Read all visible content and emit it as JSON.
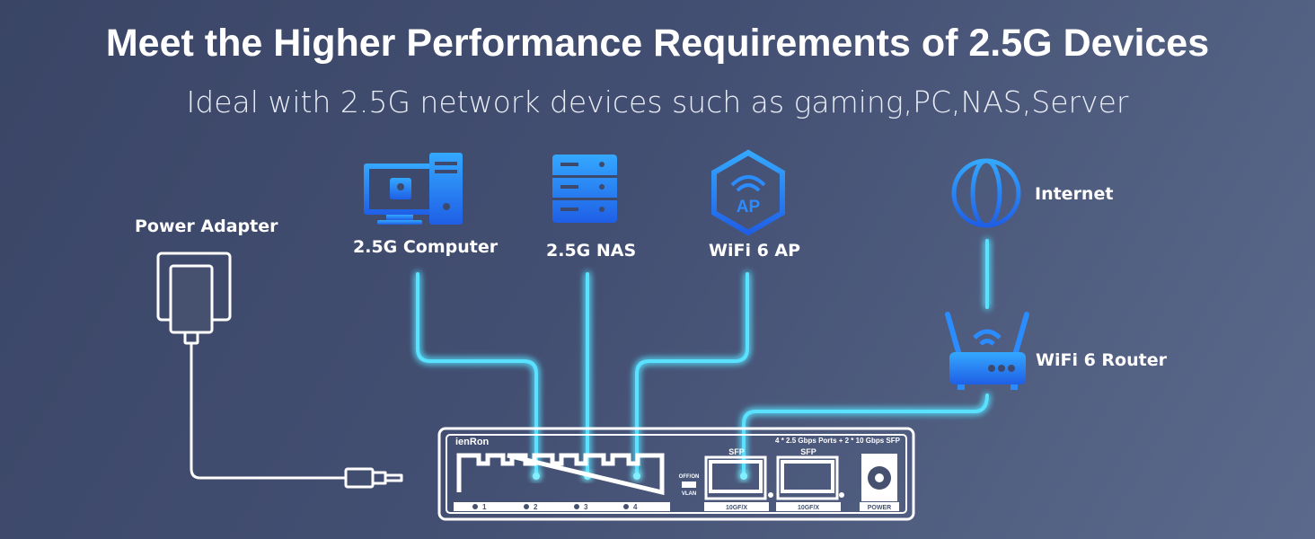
{
  "header": {
    "title": "Meet the Higher Performance Requirements of 2.5G Devices",
    "subtitle": "Ideal with 2.5G network devices such as gaming,PC,NAS,Server"
  },
  "devices": {
    "power_adapter": "Power Adapter",
    "computer": "2.5G Computer",
    "nas": "2.5G NAS",
    "ap": "WiFi 6 AP",
    "ap_icon_text": "AP",
    "internet": "Internet",
    "router": "WiFi 6 Router"
  },
  "switch": {
    "brand": "ienRon",
    "spec": "4 * 2.5 Gbps Ports + 2 * 10 Gbps SFP",
    "ports": [
      "1",
      "2",
      "3",
      "4"
    ],
    "vlan_top": "OFF/ON",
    "vlan_bottom": "VLAN",
    "sfp_label": "SFP",
    "sfp_port_labels": [
      "10GF/X",
      "10GF/X"
    ],
    "power_label": "POWER"
  },
  "colors": {
    "glow": "#3fd6ff",
    "icon_blue": "#2a8cff",
    "switch_white": "#ffffff"
  }
}
